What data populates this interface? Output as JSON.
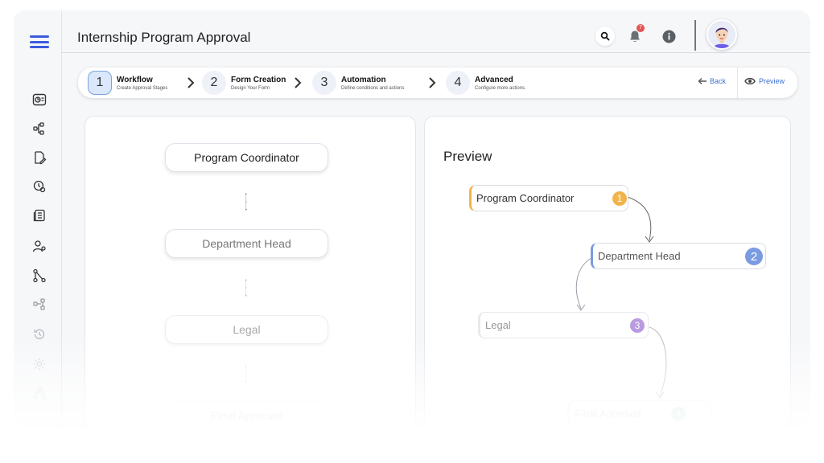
{
  "app": {
    "title": "Internship Program Approval"
  },
  "header": {
    "notification_count": "7"
  },
  "stepper": {
    "steps": [
      {
        "num": "1",
        "title": "Workflow",
        "sub": "Create Approval Stages"
      },
      {
        "num": "2",
        "title": "Form Creation",
        "sub": "Design Your Form"
      },
      {
        "num": "3",
        "title": "Automation",
        "sub": "Define conditions and actions"
      },
      {
        "num": "4",
        "title": "Advanced",
        "sub": "Configure more actions."
      }
    ],
    "active_step": 1,
    "back_label": "Back",
    "preview_label": "Preview"
  },
  "workflow": {
    "nodes": [
      "Program Coordinator",
      "Department Head",
      "Legal",
      "Final Approval"
    ]
  },
  "preview": {
    "title": "Preview",
    "nodes": [
      {
        "label": "Program Coordinator",
        "num": "1",
        "color": "#f1b44c"
      },
      {
        "label": "Department Head",
        "num": "2",
        "color": "#7a9be0"
      },
      {
        "label": "Legal",
        "num": "3",
        "color": "#b99be0"
      },
      {
        "label": "Final Approval",
        "num": "4",
        "color": "#6fc6b4"
      }
    ]
  },
  "colors": {
    "accent": "#3b5bdb",
    "badge": "#e55353",
    "link": "#3b6fd4"
  }
}
